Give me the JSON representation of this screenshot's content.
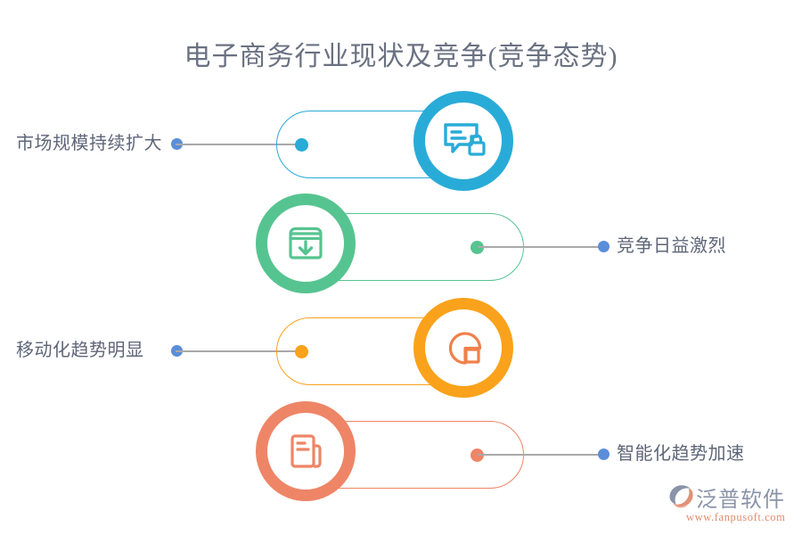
{
  "page": {
    "title": "电子商务行业现状及竞争(竞争态势)",
    "background_color": "#ffffff",
    "title_color": "#6a7182",
    "connector_color": "#a9a9a9",
    "end_dot_color": "#5b8ed9",
    "label_color": "#5e6678"
  },
  "rows": [
    {
      "id": "row-1",
      "label": "市场规模持续扩大",
      "color": "#29abd8",
      "icon_name": "message-lock-icon",
      "side": "left"
    },
    {
      "id": "row-2",
      "label": "竞争日益激烈",
      "color": "#56c490",
      "icon_name": "archive-box-download-icon",
      "side": "right"
    },
    {
      "id": "row-3",
      "label": "移动化趋势明显",
      "color": "#faa21b",
      "icon_color": "#f0804a",
      "icon_name": "pie-chart-square-icon",
      "side": "left"
    },
    {
      "id": "row-4",
      "label": "智能化趋势加速",
      "color": "#ee8567",
      "icon_name": "documents-icon",
      "side": "right"
    }
  ],
  "logo": {
    "brand": "泛普软件",
    "url": "www.fanpusoft.com",
    "mark_name": "fanpu-swoosh-logo",
    "brand_color": "#8a93a8",
    "url_color": "#e08a6e"
  }
}
